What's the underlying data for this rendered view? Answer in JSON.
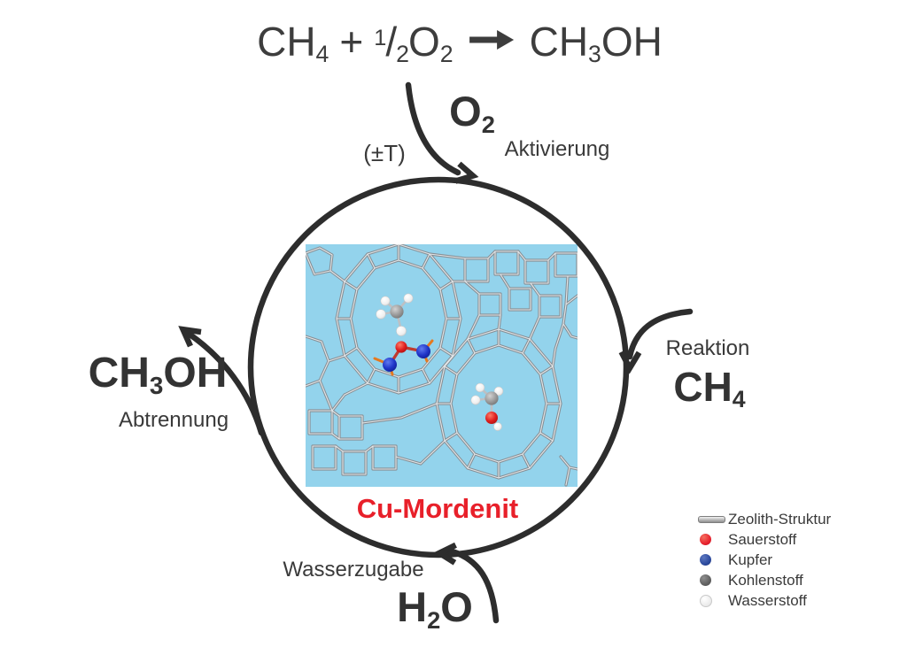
{
  "equation": {
    "reactant1": "CH",
    "reactant1_sub": "4",
    "plus": "+",
    "half_numerator": "1",
    "half_slash": "/",
    "half_denominator": "2",
    "reactant2": "O",
    "reactant2_sub": "2",
    "product": "CH",
    "product_sub": "3",
    "product_tail": "OH"
  },
  "cycle": {
    "oxygen": {
      "symbol": "O",
      "symbol_sub": "2",
      "step_label": "Aktivierung",
      "temperature_note": "(±T)"
    },
    "methane": {
      "step_label": "Reaktion",
      "symbol": "CH",
      "symbol_sub": "4"
    },
    "methanol": {
      "symbol_head": "CH",
      "symbol_sub": "3",
      "symbol_tail": "OH",
      "step_label": "Abtrennung"
    },
    "water": {
      "step_label": "Wasserzugabe",
      "symbol_head": "H",
      "symbol_sub": "2",
      "symbol_tail": "O"
    },
    "catalyst_label": "Cu-Mordenit"
  },
  "legend": {
    "items": [
      {
        "swatch": "rod",
        "color": "#b9b9b9",
        "label": "Zeolith-Struktur"
      },
      {
        "swatch": "dot-red",
        "color": "#e8232f",
        "label": "Sauerstoff"
      },
      {
        "swatch": "dot-blue",
        "color": "#2c4a9e",
        "label": "Kupfer"
      },
      {
        "swatch": "dot-gray",
        "color": "#606060",
        "label": "Kohlenstoff"
      },
      {
        "swatch": "dot-light",
        "color": "#eaeaea",
        "label": "Wasserstoff"
      }
    ]
  },
  "colors": {
    "background": "#ffffff",
    "cycle_stroke": "#2d2d2d",
    "text_primary": "#3d3d3d",
    "catalyst_label_red": "#e8202a",
    "image_background": "#93d3ec",
    "framework_gray": "#878e94",
    "copper_blue": "#1f35c8",
    "oxygen_red": "#df1f1f",
    "carbon_gray": "#9a9a9a",
    "hydrogen_white": "#f4f4f4",
    "framework_bond_orange": "#e5791f"
  }
}
